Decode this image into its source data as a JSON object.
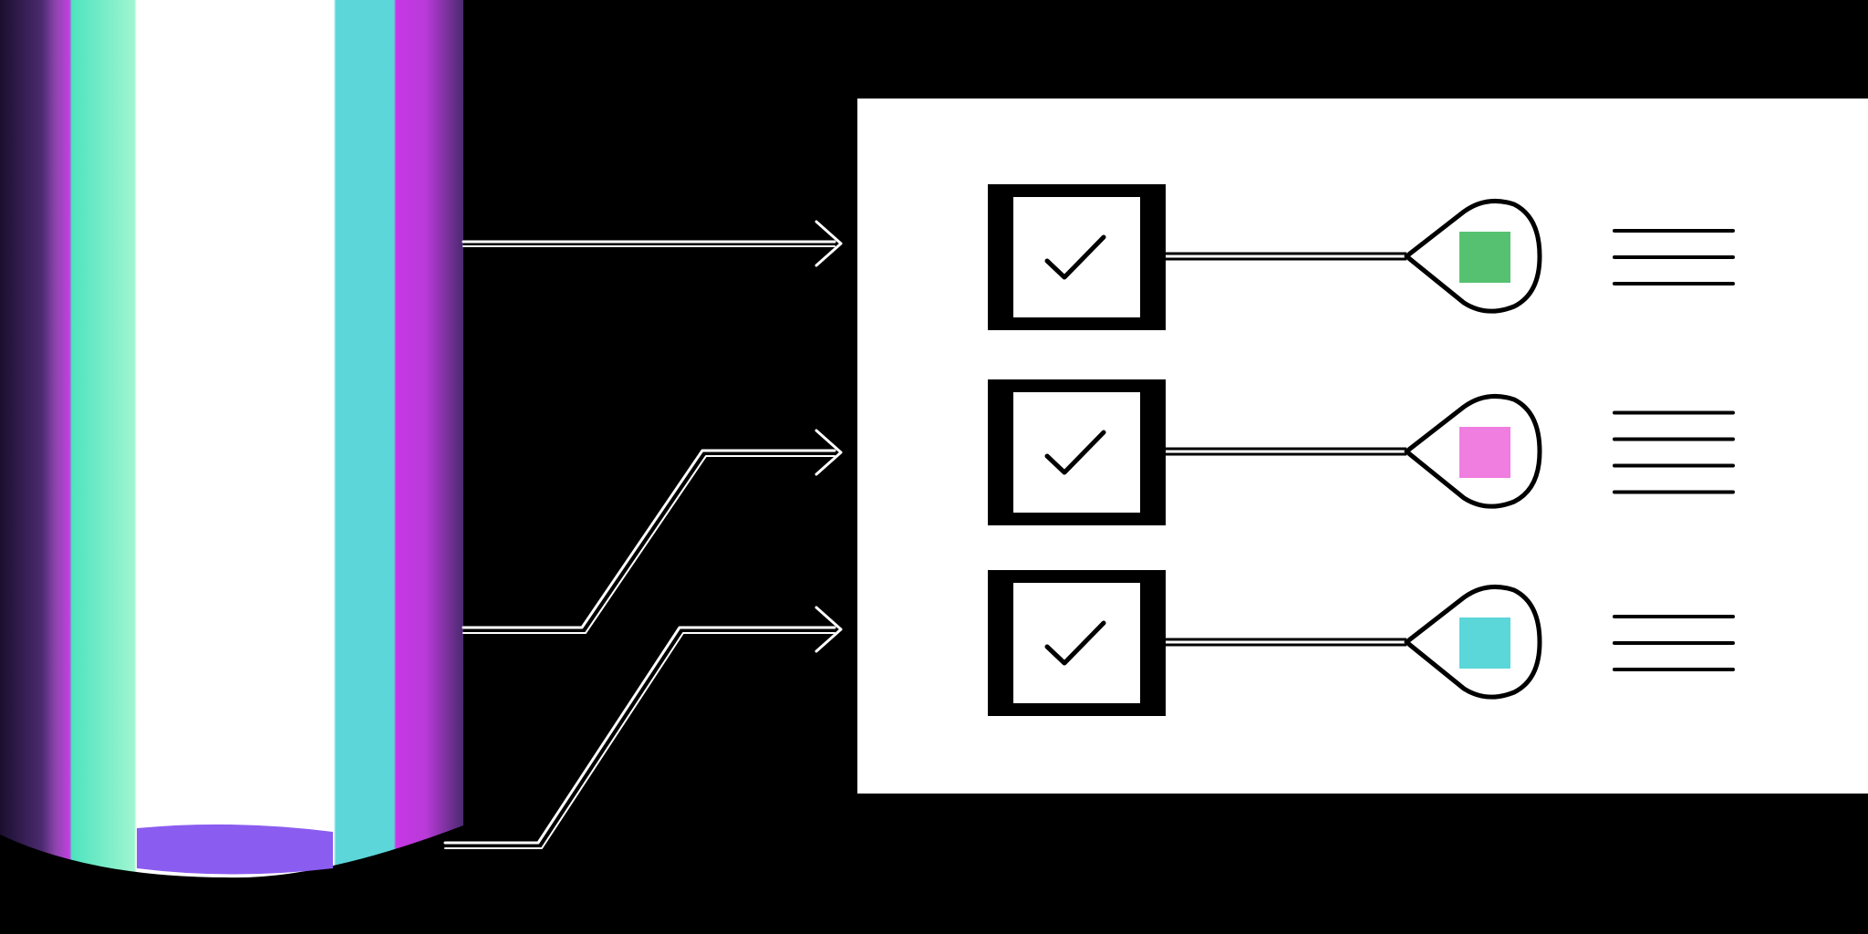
{
  "colors": {
    "background": "#000000",
    "panel": "#ffffff",
    "stroke": "#000000",
    "arrow": "#ffffff",
    "cylinder_stripes": [
      "#2a1745",
      "#8e44ad",
      "#c737e6",
      "#5fe8c0",
      "#ffffff",
      "#5cd6d9",
      "#c737e6",
      "#4a2a6e"
    ],
    "cylinder_base": "#8b5cf0"
  },
  "rows": [
    {
      "icon": "checkmark-icon",
      "swatch_color": "#56c271",
      "text_line_count": 3
    },
    {
      "icon": "checkmark-icon",
      "swatch_color": "#f07de0",
      "text_line_count": 4
    },
    {
      "icon": "checkmark-icon",
      "swatch_color": "#5bd6d9",
      "text_line_count": 3
    }
  ]
}
